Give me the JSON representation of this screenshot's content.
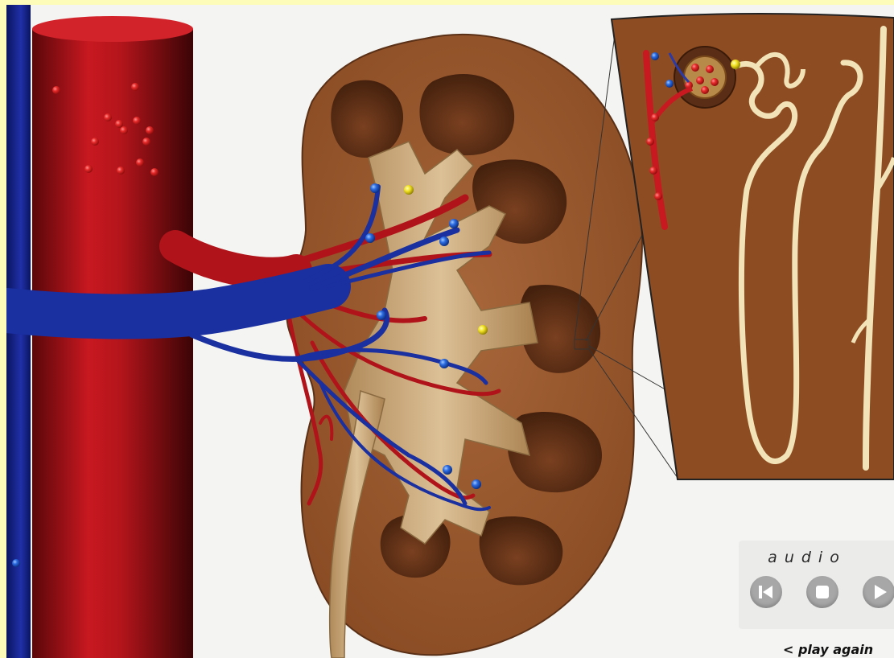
{
  "audio": {
    "label": "audio",
    "buttons": [
      {
        "name": "rewind-button",
        "icon": "rewind-icon"
      },
      {
        "name": "stop-button",
        "icon": "stop-icon"
      },
      {
        "name": "play-button",
        "icon": "play-icon"
      }
    ]
  },
  "play_again": {
    "label": "< play again"
  },
  "colors": {
    "page_border": "#fdfcb8",
    "artery": "#b0141a",
    "vein": "#1a2fa0",
    "kidney_tissue": "#9c5a2e",
    "cavity": "#5a2e16",
    "collecting_system": "#c9a878",
    "nephron_tubule": "#f2e4b8",
    "control_button": "#a7a7a7"
  }
}
